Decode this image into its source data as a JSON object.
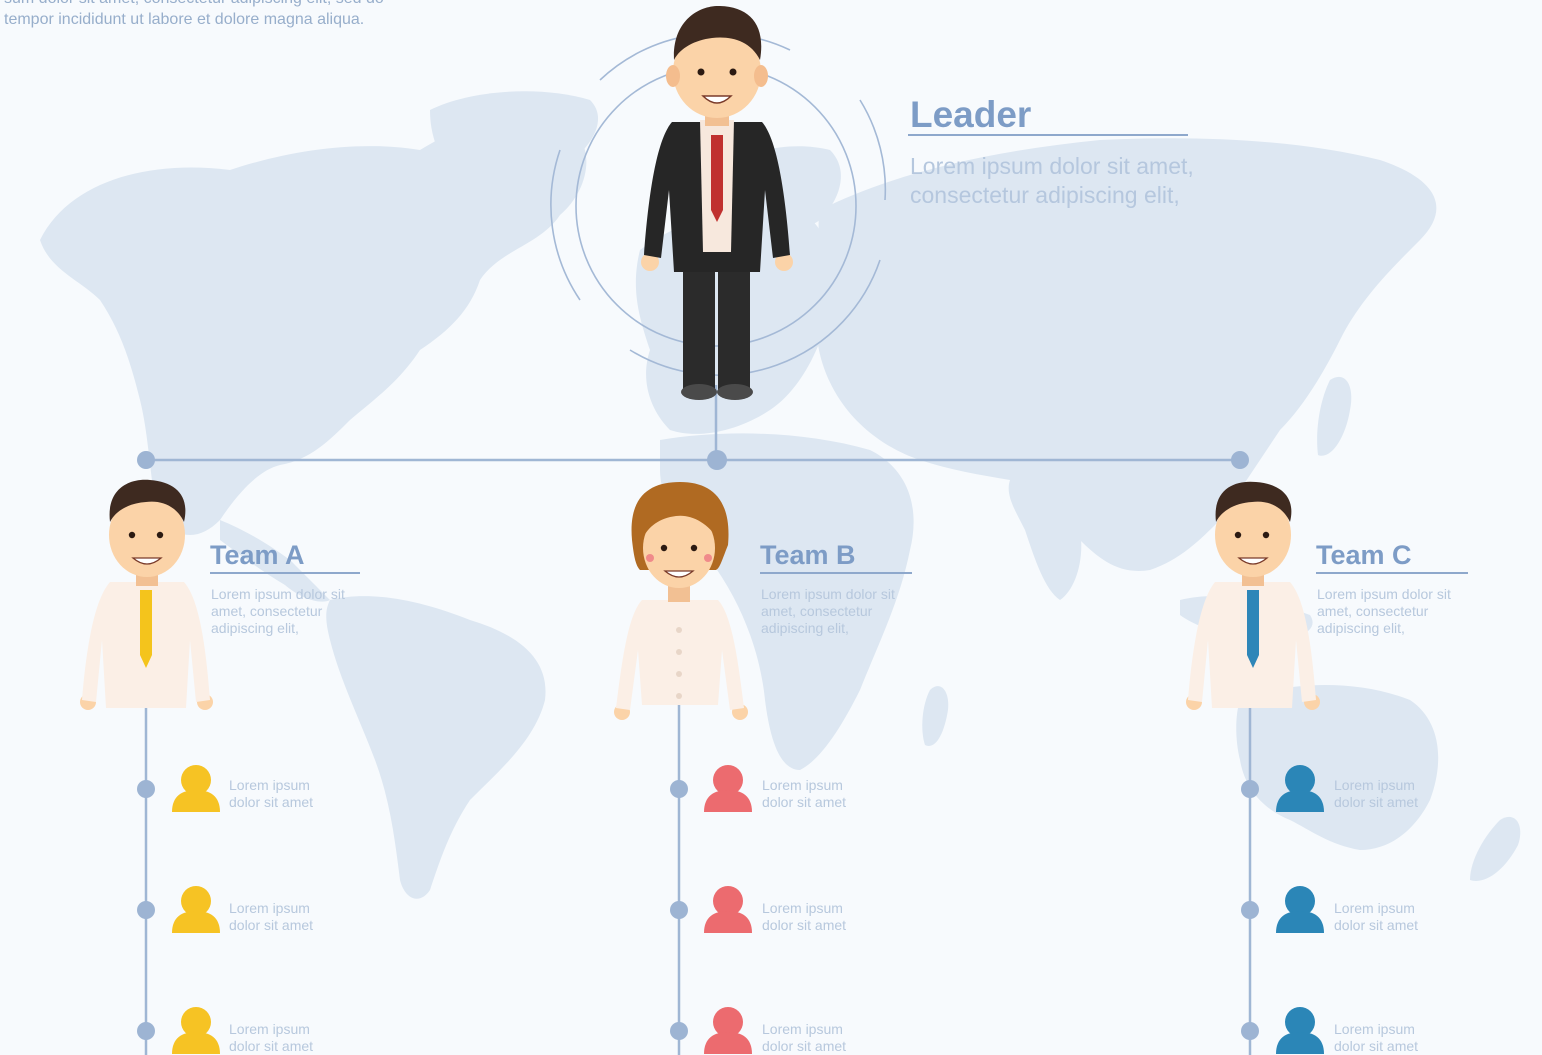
{
  "intro": {
    "line1": "sum dolor sit amet, consectetur adipiscing elit, sed do",
    "line2": "tempor incididunt ut labore et dolore magna aliqua."
  },
  "leader": {
    "title": "Leader",
    "description": "Lorem ipsum dolor sit amet, consectetur adipiscing elit,"
  },
  "teams": [
    {
      "title": "Team A",
      "description": "Lorem ipsum dolor sit amet, consectetur adipiscing elit,",
      "tie_color": "#f4c41c",
      "member_color": "#f6c324",
      "members": [
        "Lorem ipsum dolor sit amet",
        "Lorem ipsum dolor sit amet",
        "Lorem ipsum dolor sit amet"
      ]
    },
    {
      "title": "Team B",
      "description": "Lorem ipsum dolor sit amet, consectetur adipiscing elit,",
      "member_color": "#ec6b6f",
      "members": [
        "Lorem ipsum dolor sit amet",
        "Lorem ipsum dolor sit amet",
        "Lorem ipsum dolor sit amet"
      ]
    },
    {
      "title": "Team C",
      "description": "Lorem ipsum dolor sit amet, consectetur adipiscing elit,",
      "tie_color": "#2e86b8",
      "member_color": "#2b86b7",
      "members": [
        "Lorem ipsum dolor sit amet",
        "Lorem ipsum dolor sit amet",
        "Lorem ipsum dolor sit amet"
      ]
    }
  ],
  "colors": {
    "background": "#f7fafd",
    "world_map": "#dde7f2",
    "connector": "#9fb6d4",
    "node": "#9db4d3",
    "title": "#7d9cc6",
    "body_text": "#b7c8dd",
    "leader_suit": "#2b2b2b",
    "leader_tie": "#c0312f",
    "skin": "#fbd3a8",
    "hair_dark": "#3e2a20",
    "hair_brown": "#b06a22"
  }
}
